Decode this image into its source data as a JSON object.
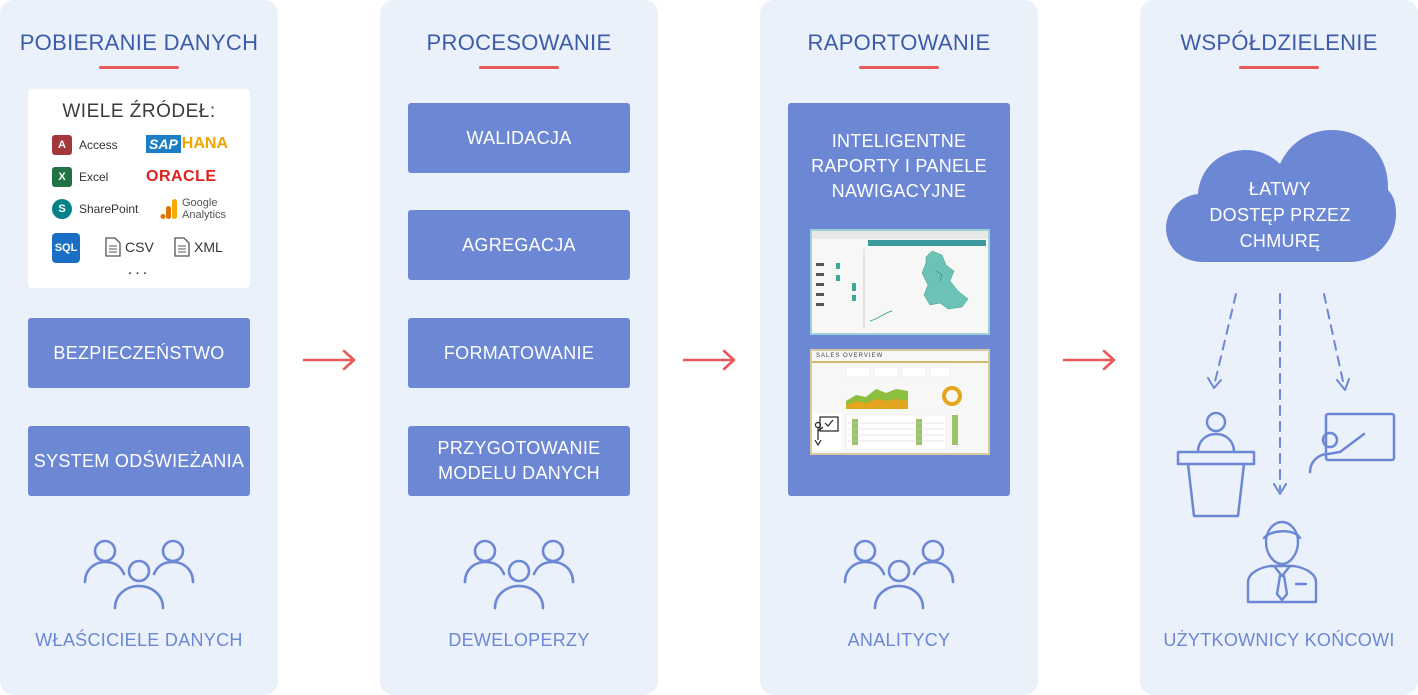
{
  "columns": [
    {
      "title": "POBIERANIE DANYCH",
      "sources": {
        "title": "WIELE ŹRÓDEŁ:",
        "items": [
          "Access",
          "Excel",
          "SharePoint",
          "CSV",
          "XML"
        ],
        "logos": {
          "sap": "SAP",
          "hana": "HANA",
          "oracle": "ORACLE",
          "google": "Google",
          "analytics": "Analytics",
          "sql": "SQL"
        },
        "more": "..."
      },
      "boxes": [
        "BEZPIECZEŃSTWO",
        "SYSTEM ODŚWIEŻANIA"
      ],
      "role": "WŁAŚCICIELE DANYCH"
    },
    {
      "title": "PROCESOWANIE",
      "boxes": [
        "WALIDACJA",
        "AGREGACJA",
        "FORMATOWANIE",
        "PRZYGOTOWANIE\nMODELU DANYCH"
      ],
      "role": "DEWELOPERZY"
    },
    {
      "title": "RAPORTOWANIE",
      "panel_text": "INTELIGENTNE\nRAPORTY I PANELE\nNAWIGACYJNE",
      "dashboard2_title": "SALES OVERVIEW",
      "role": "ANALITYCY"
    },
    {
      "title": "WSPÓŁDZIELENIE",
      "cloud_text": "ŁATWY\nDOSTĘP PRZEZ\nCHMURĘ",
      "role": "UŻYTKOWNICY KOŃCOWI"
    }
  ],
  "colors": {
    "accent_blue": "#6c87d4",
    "title_blue": "#3c5ba9",
    "arrow_red": "#e8595a",
    "panel_bg": "#eaf1fb"
  }
}
